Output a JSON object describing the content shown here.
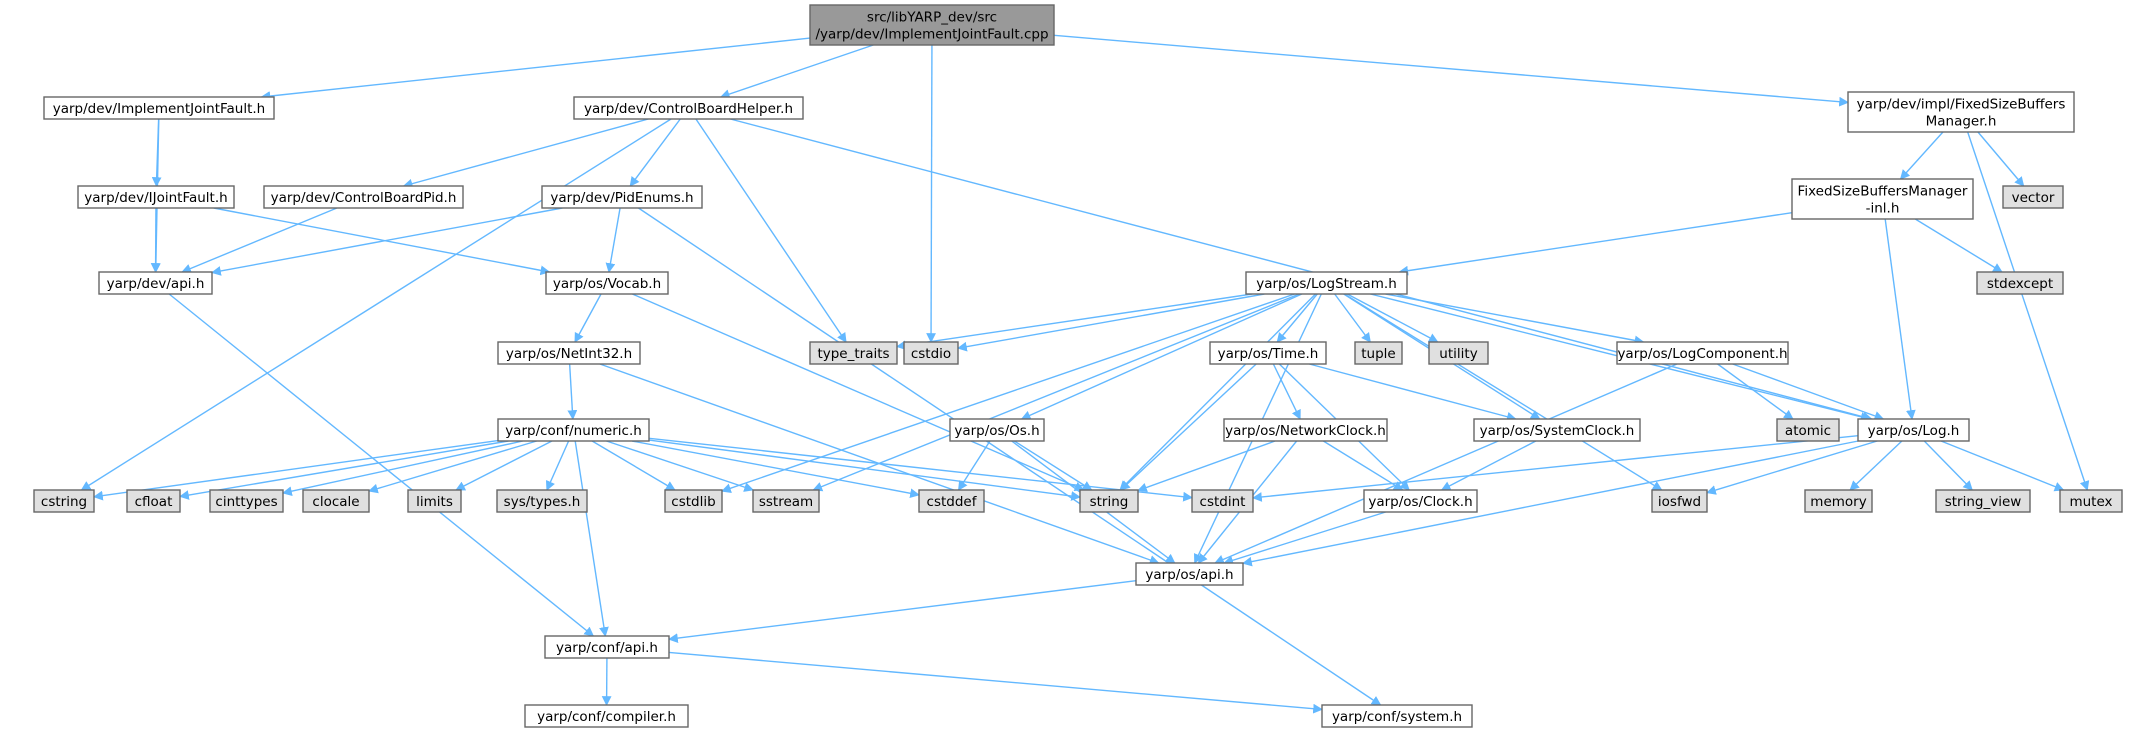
{
  "graph": {
    "colors": {
      "edge": "#63b8ff",
      "root_fill": "#999999",
      "node_fill": "#ffffff",
      "external_fill": "#e0e0e0",
      "border": "#666666"
    },
    "nodes": [
      {
        "id": "root",
        "label": "src/libYARP_dev/src\n/yarp/dev/ImplementJointFault.cpp",
        "kind": "root"
      },
      {
        "id": "implJF",
        "label": "yarp/dev/ImplementJointFault.h",
        "kind": "normal"
      },
      {
        "id": "cbh",
        "label": "yarp/dev/ControlBoardHelper.h",
        "kind": "normal"
      },
      {
        "id": "fsbm",
        "label": "yarp/dev/impl/FixedSizeBuffers\nManager.h",
        "kind": "normal"
      },
      {
        "id": "ijf",
        "label": "yarp/dev/IJointFault.h",
        "kind": "normal"
      },
      {
        "id": "cbpid",
        "label": "yarp/dev/ControlBoardPid.h",
        "kind": "normal"
      },
      {
        "id": "pidenums",
        "label": "yarp/dev/PidEnums.h",
        "kind": "normal"
      },
      {
        "id": "fsbminl",
        "label": "FixedSizeBuffersManager\n-inl.h",
        "kind": "normal"
      },
      {
        "id": "vector",
        "label": "vector",
        "kind": "external"
      },
      {
        "id": "devapi",
        "label": "yarp/dev/api.h",
        "kind": "normal"
      },
      {
        "id": "vocab",
        "label": "yarp/os/Vocab.h",
        "kind": "normal"
      },
      {
        "id": "logstream",
        "label": "yarp/os/LogStream.h",
        "kind": "normal"
      },
      {
        "id": "stdexcept",
        "label": "stdexcept",
        "kind": "external"
      },
      {
        "id": "typetraits",
        "label": "type_traits",
        "kind": "external"
      },
      {
        "id": "cstdio",
        "label": "cstdio",
        "kind": "external"
      },
      {
        "id": "netint32",
        "label": "yarp/os/NetInt32.h",
        "kind": "normal"
      },
      {
        "id": "time",
        "label": "yarp/os/Time.h",
        "kind": "normal"
      },
      {
        "id": "tuple",
        "label": "tuple",
        "kind": "external"
      },
      {
        "id": "utility",
        "label": "utility",
        "kind": "external"
      },
      {
        "id": "logcomp",
        "label": "yarp/os/LogComponent.h",
        "kind": "normal"
      },
      {
        "id": "numeric",
        "label": "yarp/conf/numeric.h",
        "kind": "normal"
      },
      {
        "id": "os",
        "label": "yarp/os/Os.h",
        "kind": "normal"
      },
      {
        "id": "netclock",
        "label": "yarp/os/NetworkClock.h",
        "kind": "normal"
      },
      {
        "id": "sysclock",
        "label": "yarp/os/SystemClock.h",
        "kind": "normal"
      },
      {
        "id": "atomic",
        "label": "atomic",
        "kind": "external"
      },
      {
        "id": "log",
        "label": "yarp/os/Log.h",
        "kind": "normal"
      },
      {
        "id": "cstring",
        "label": "cstring",
        "kind": "external"
      },
      {
        "id": "cfloat",
        "label": "cfloat",
        "kind": "external"
      },
      {
        "id": "cinttypes",
        "label": "cinttypes",
        "kind": "external"
      },
      {
        "id": "clocale",
        "label": "clocale",
        "kind": "external"
      },
      {
        "id": "limits",
        "label": "limits",
        "kind": "external"
      },
      {
        "id": "systypes",
        "label": "sys/types.h",
        "kind": "external"
      },
      {
        "id": "cstdlib",
        "label": "cstdlib",
        "kind": "external"
      },
      {
        "id": "sstream",
        "label": "sstream",
        "kind": "external"
      },
      {
        "id": "cstddef",
        "label": "cstddef",
        "kind": "external"
      },
      {
        "id": "string",
        "label": "string",
        "kind": "external"
      },
      {
        "id": "cstdint",
        "label": "cstdint",
        "kind": "external"
      },
      {
        "id": "clock",
        "label": "yarp/os/Clock.h",
        "kind": "normal"
      },
      {
        "id": "iosfwd",
        "label": "iosfwd",
        "kind": "external"
      },
      {
        "id": "memory",
        "label": "memory",
        "kind": "external"
      },
      {
        "id": "stringview",
        "label": "string_view",
        "kind": "external"
      },
      {
        "id": "mutex",
        "label": "mutex",
        "kind": "external"
      },
      {
        "id": "osapi",
        "label": "yarp/os/api.h",
        "kind": "normal"
      },
      {
        "id": "confapi",
        "label": "yarp/conf/api.h",
        "kind": "normal"
      },
      {
        "id": "compiler",
        "label": "yarp/conf/compiler.h",
        "kind": "normal"
      },
      {
        "id": "system",
        "label": "yarp/conf/system.h",
        "kind": "normal"
      }
    ]
  }
}
